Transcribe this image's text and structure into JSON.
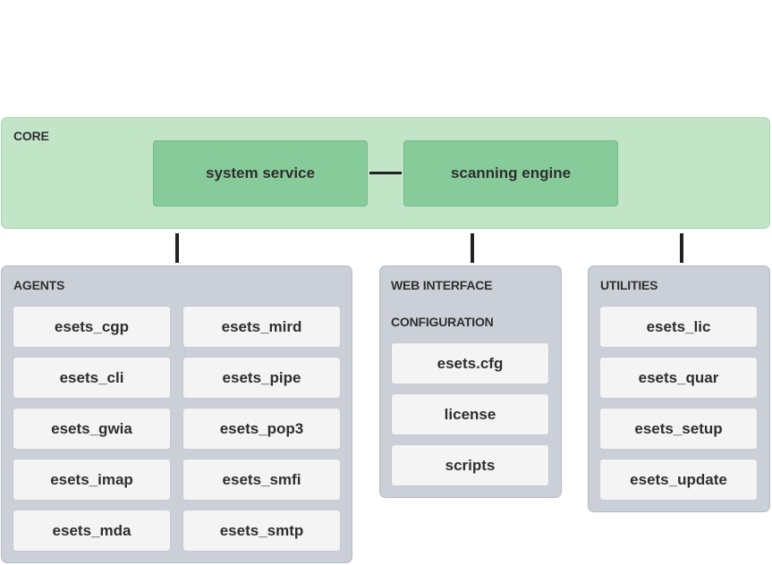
{
  "core": {
    "title": "CORE",
    "system_service": "system service",
    "scanning_engine": "scanning engine"
  },
  "agents": {
    "title": "AGENTS",
    "items": [
      "esets_cgp",
      "esets_mird",
      "esets_cli",
      "esets_pipe",
      "esets_gwia",
      "esets_pop3",
      "esets_imap",
      "esets_smfi",
      "esets_mda",
      "esets_smtp"
    ]
  },
  "web": {
    "title": "WEB INTERFACE",
    "subtitle": "CONFIGURATION",
    "items": [
      "esets.cfg",
      "license",
      "scripts"
    ]
  },
  "utilities": {
    "title": "UTILITIES",
    "items": [
      "esets_lic",
      "esets_quar",
      "esets_setup",
      "esets_update"
    ]
  },
  "colors": {
    "core_bg": "#c2e4c7",
    "engine_bg": "#88cb9a",
    "panel_bg": "#cbd0d8",
    "box_bg": "#f4f4f4",
    "connector": "#222222"
  }
}
